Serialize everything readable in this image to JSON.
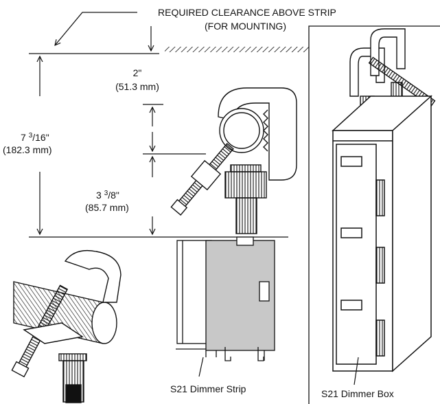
{
  "labels": {
    "clearance_line1": "REQUIRED CLEARANCE ABOVE STRIP",
    "clearance_line2": "(FOR MOUNTING)",
    "dim_small_in": "2\"",
    "dim_small_mm": "(51.3 mm)",
    "dim_total_whole": "7",
    "dim_total_num": "3",
    "dim_total_den": "/16\"",
    "dim_total_mm": "(182.3 mm)",
    "dim_mid_whole": "3",
    "dim_mid_num": "3",
    "dim_mid_den": "/8\"",
    "dim_mid_mm": "(85.7 mm)",
    "strip_caption": "S21 Dimmer Strip",
    "box_caption": "S21 Dimmer Box"
  },
  "colors": {
    "line": "#111111",
    "panel_fill": "#c8c8c8",
    "background": "#ffffff"
  }
}
